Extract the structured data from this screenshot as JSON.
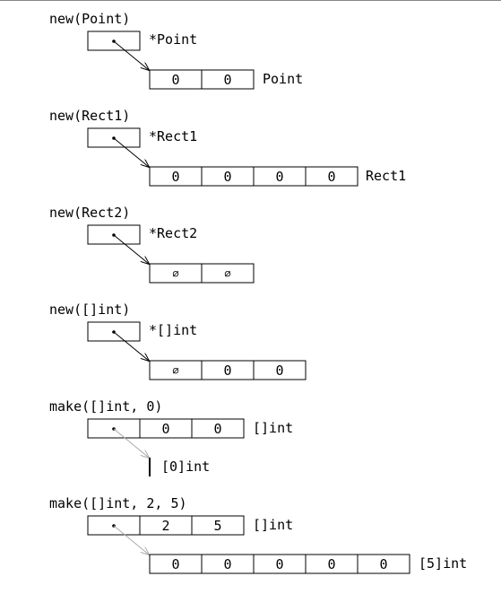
{
  "sections": [
    {
      "expr": "new(Point)",
      "pointer_label": "*Point",
      "target_label": "Point",
      "cells": [
        "0",
        "0"
      ]
    },
    {
      "expr": "new(Rect1)",
      "pointer_label": "*Rect1",
      "target_label": "Rect1",
      "cells": [
        "0",
        "0",
        "0",
        "0"
      ]
    },
    {
      "expr": "new(Rect2)",
      "pointer_label": "*Rect2",
      "target_label": "",
      "cells": [
        "∅",
        "∅"
      ]
    },
    {
      "expr": "new([]int)",
      "pointer_label": "*[]int",
      "target_label": "",
      "cells": [
        "∅",
        "0",
        "0"
      ]
    },
    {
      "expr": "make([]int, 0)",
      "header_label": "[]int",
      "header_cells": [
        "0",
        "0"
      ],
      "target_label": "[0]int",
      "cells": []
    },
    {
      "expr": "make([]int, 2, 5)",
      "header_label": "[]int",
      "header_cells": [
        "2",
        "5"
      ],
      "target_label": "[5]int",
      "cells": [
        "0",
        "0",
        "0",
        "0",
        "0"
      ]
    }
  ],
  "colors": {
    "pointer_arrow": "#000000",
    "slice_arrow": "#aaaaaa"
  }
}
